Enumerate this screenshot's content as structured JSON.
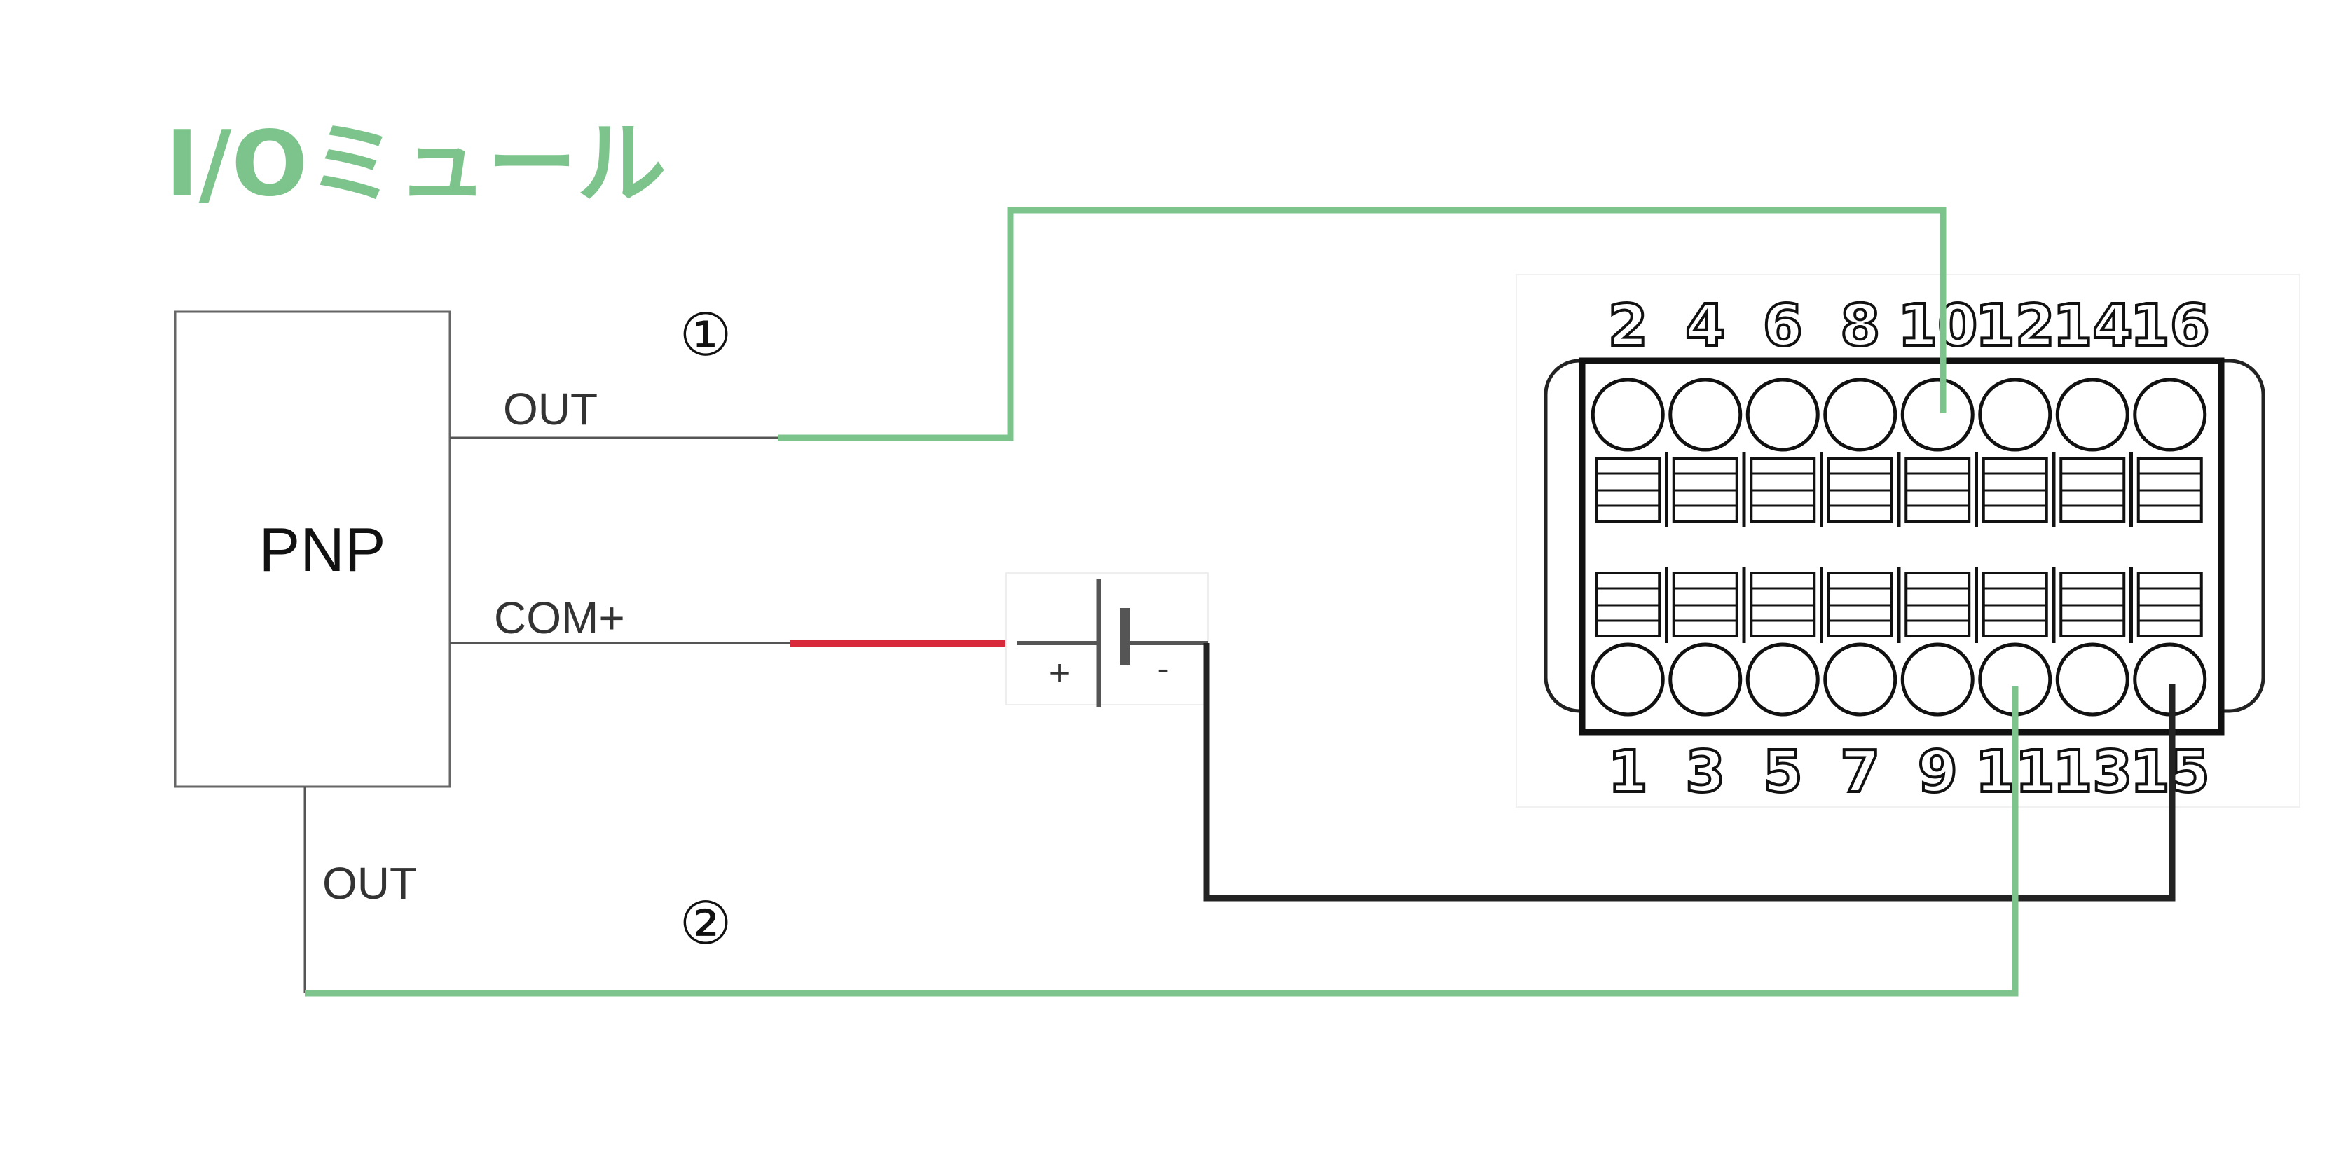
{
  "title": "I/Oミュール",
  "sensor": {
    "type": "PNP"
  },
  "labels": {
    "out_top": "OUT",
    "com": "COM+",
    "out_bottom": "OUT",
    "marker1": "①",
    "marker2": "②",
    "battery_plus": "+",
    "battery_minus": "-"
  },
  "terminal": {
    "top_numbers": [
      "2",
      "4",
      "6",
      "8",
      "10",
      "12",
      "14",
      "16"
    ],
    "bottom_numbers": [
      "1",
      "3",
      "5",
      "7",
      "9",
      "11",
      "13",
      "15"
    ]
  },
  "colors": {
    "signal_wire": "#7cc48c",
    "positive_wire": "#d8293a",
    "negative_wire": "#222222",
    "title": "#7cc48c",
    "outline": "#555555"
  }
}
